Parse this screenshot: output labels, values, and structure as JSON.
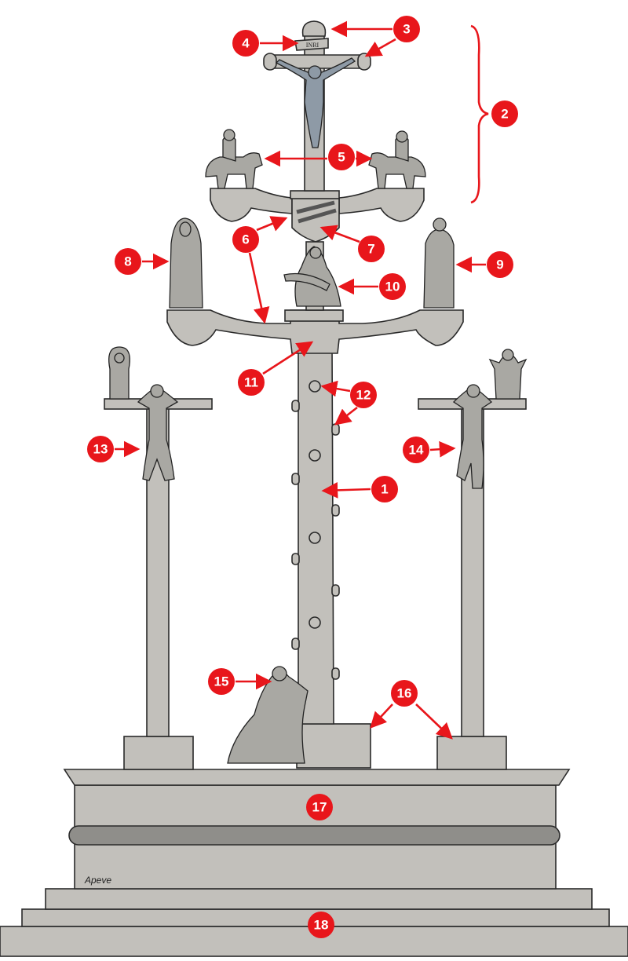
{
  "title": "Calvary diagram",
  "sign_text": "INRI",
  "signature": "Apeve",
  "labels": [
    "1",
    "2",
    "3",
    "4",
    "5",
    "6",
    "7",
    "8",
    "9",
    "10",
    "11",
    "12",
    "13",
    "14",
    "15",
    "16",
    "17",
    "18"
  ],
  "colors": {
    "stone": "#c2c0bb",
    "band": "#8f8e8a",
    "label": "#e8161b",
    "christ": "#8e9aa6"
  }
}
